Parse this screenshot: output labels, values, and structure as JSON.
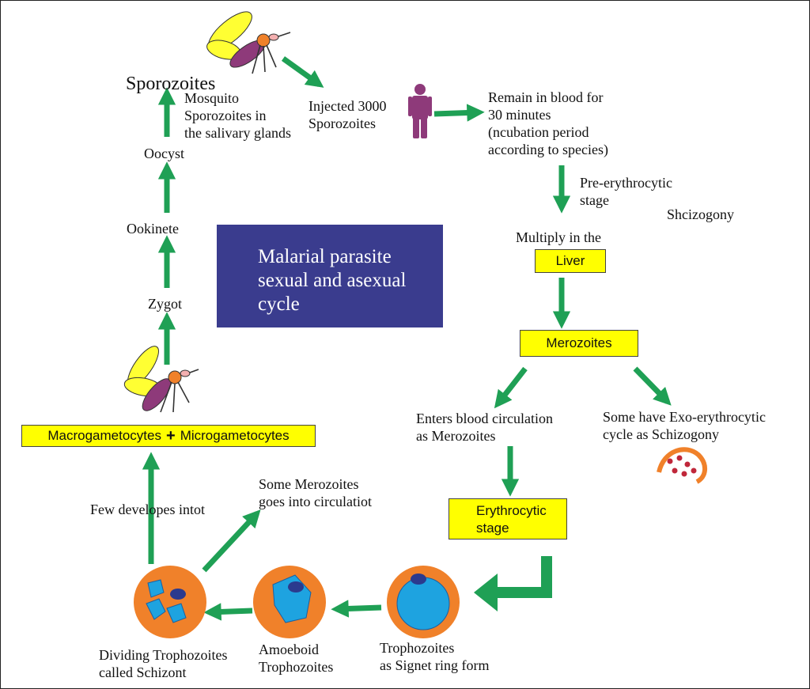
{
  "title": "Malarial parasite\nsexual and asexual\ncycle",
  "labels": {
    "sporozoites": "Sporozoites",
    "mosquito_glands": "Mosquito\nSporozoites in\nthe salivary glands",
    "injected": "Injected 3000\nSporozoites",
    "remain_blood": "Remain in blood for\n30 minutes\n(ncubation period\naccording to species)",
    "pre_erythro": "Pre-erythrocytic\nstage",
    "shizogony": "Shcizogony",
    "multiply": "Multiply in the",
    "liver": "Liver",
    "merozoites": "Merozoites",
    "enters_blood": "Enters blood circulation\nas Merozoites",
    "exo_cycle": "Some have Exo-erythrocytic\ncycle  as  Schizogony",
    "erythro_stage": "Erythrocytic\nstage",
    "troph_signet": "Trophozoites\nas Signet ring form",
    "amoeboid": "Amoeboid\nTrophozoites",
    "dividing": "Dividing Trophozoites\ncalled Schizont",
    "some_merozoites": "Some Merozoites\ngoes into circulatiot",
    "few_develop": "Few developes intot",
    "macro": "Macrogametocytes",
    "plus": "+",
    "micro": "Microgametocytes",
    "zygot": "Zygot",
    "ookinete": "Ookinete",
    "oocyst": "Oocyst"
  },
  "colors": {
    "arrow": "#1fa055",
    "yellow_box": "#ffff00",
    "title_box": "#3a3c8e",
    "cell": "#f0812a",
    "parasite": "#1ea3e0",
    "nucleus": "#2b3a8e",
    "human": "#8e3a7a"
  },
  "icons": [
    "mosquito-icon",
    "human-icon",
    "liver-cell-icon"
  ]
}
